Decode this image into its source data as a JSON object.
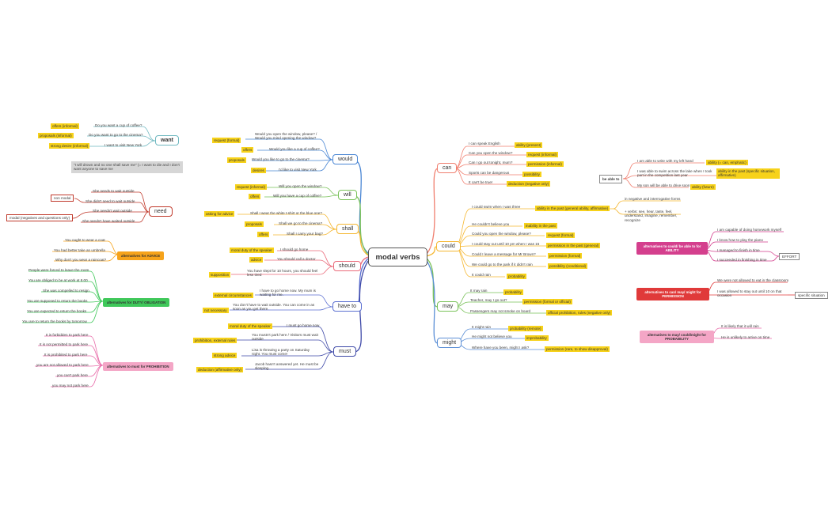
{
  "center": "modal verbs",
  "branches": {
    "can": "can",
    "could": "could",
    "may": "may",
    "might": "might",
    "would": "would",
    "will": "will",
    "shall": "shall",
    "should": "should",
    "have_to": "have to",
    "must": "must",
    "want": "want",
    "need": "need"
  },
  "can": {
    "items": [
      "I can speak English",
      "Can you open the window?",
      "Can I go out tonight, mum?",
      "Sports can be dangerous",
      "It can't be true!"
    ],
    "tags": [
      "ability (present)",
      "request (informal)",
      "permission (informal)",
      "possibility",
      "deduction (negative only)"
    ]
  },
  "be_able_to": {
    "label": "be able to",
    "items": [
      "I am able to write with my left hand",
      "I was able to swim across the lake when I took part in the competition last year",
      "My son will be able to drive soon"
    ],
    "tags": [
      "ability (= can, emphatic)",
      "ability in the past (specific situation, affirmative)",
      "ability (future)"
    ]
  },
  "could": {
    "items": [
      "I could swim when I was three",
      "He couldn't believe you",
      "Could you open the window, please?",
      "I could stay out until 10 pm when I was 15",
      "Could I leave a message for Mr Brown?",
      "We could go to the park if it didn't rain",
      "It could rain"
    ],
    "tags": [
      "ability in the past (general ability, affirmative)",
      "inability in the past",
      "request (formal)",
      "permission in the past (general)",
      "permission (formal)",
      "possibility (conditional)",
      "probability"
    ],
    "note1": "in negative and interrogative forms",
    "note2": "+ verbs: see, hear, taste, feel, understand, imagine, remember, recognize"
  },
  "could_alt": {
    "label": "alternatives to could/ be able to for ABILITY",
    "items": [
      "I am capable of doing homework myself",
      "I know how to play the piano",
      "I managed to finish in time",
      "I succeeded in finishing in time"
    ],
    "effort": "EFFORT"
  },
  "may": {
    "items": [
      "It may rain",
      "Teacher, may I go out?",
      "Passengers may not smoke on board"
    ],
    "tags": [
      "probability",
      "permission (formal or official)",
      "official prohibition, rules (negative only)"
    ]
  },
  "may_alt": {
    "label": "alternatives to can/ may/ might for PERMISSION",
    "items": [
      "We were not allowed to eat in the classroom",
      "I was allowed to stay out until 10 on that occasion"
    ],
    "specific": "specific situation"
  },
  "might": {
    "items": [
      "It might rain",
      "He might not believe you",
      "Where have you been, might I ask?"
    ],
    "tags": [
      "probability (remote)",
      "improbability",
      "permission (rare, to show disapproval)"
    ]
  },
  "might_alt": {
    "label": "alternatives to may/ could/might for PROBABILITY",
    "items": [
      "It is likely that it will rain",
      "He is unlikely to arrive on time"
    ]
  },
  "would": {
    "items": [
      "Would you open the window, please? / Would you mind opening the window?",
      "Would you like a cup of coffee?",
      "Would you like to go to the cinema?",
      "I'd like to visit New York"
    ],
    "tags": [
      "request (formal)",
      "offers",
      "proposals",
      "desires"
    ]
  },
  "will": {
    "items": [
      "Will you open the window?",
      "Will you have a cup of coffee?"
    ],
    "tags": [
      "request (informal)",
      "offers"
    ]
  },
  "shall": {
    "items": [
      "Shall I wear the white t-shirt or the blue one?",
      "Shall we go to the cinema?",
      "Shall I carry your bag?"
    ],
    "tags": [
      "asking for advice",
      "proposals",
      "offers"
    ]
  },
  "should": {
    "items": [
      "I should go home",
      "You should call a doctor",
      "You have slept for 10 hours, you should feel less tired"
    ],
    "tags": [
      "moral duty of the speaker",
      "advice",
      "supposition"
    ]
  },
  "have_to": {
    "items": [
      "I have to go home now. My mum is waiting for me.",
      "You don't have to wait outside. You can come in as soon as you get there."
    ],
    "tags": [
      "external circumstances",
      "not necessary"
    ]
  },
  "must": {
    "items": [
      "I must go home now",
      "You mustn't park here / Visitors must wait outside",
      "Lisa is throwing a party on Saturday night. You must come!",
      "Jacob hasn't answered yet. He must be sleeping."
    ],
    "tags": [
      "moral duty of the speaker",
      "prohibition, external rules",
      "strong advice",
      "deduction (affirmative only)"
    ]
  },
  "want": {
    "items": [
      "Do you want a cup of coffee?",
      "Do you want to go to the cinema?",
      "I want to visit New York"
    ],
    "tags": [
      "offers (informal)",
      "proposals (informal)",
      "strong desire (informal)"
    ],
    "note": "\"I will drown and no one shall save me\" (= I want to die and I don't want anyone to save me"
  },
  "need": {
    "items": [
      "She needs to wait outside",
      "She didn't need to wait outside",
      "She needn't wait outside",
      "She needn't have waited outside"
    ],
    "tags": [
      "non modal",
      "modal (negatives and questions only)"
    ]
  },
  "advice_alt": {
    "label": "alternatives for ADVICE",
    "items": [
      "You ought to wear a coat",
      "You had better take an umbrella",
      "Why don't you wear a raincoat?"
    ]
  },
  "duty_alt": {
    "label": "alternatives for DUTY/ OBLIGATION",
    "items": [
      "People were forced to leave the room",
      "You are obliged to be at work at 8.00",
      "She was compelled to resign",
      "You are supposed to return the books",
      "You are expected to return the books",
      "You are to return the books by tomorrow"
    ]
  },
  "prohibition_alt": {
    "label": "alternatives to must for PROHIBITION",
    "items": [
      "It is forbidden to park here",
      "It is not permitted to park here",
      "It is prohibited to park here",
      "you are not allowed to park here",
      "you can't park here",
      "you may not park here"
    ]
  },
  "colors": {
    "can": "#f07f6f",
    "could": "#f5b731",
    "may": "#f5b731",
    "might": "#5b8fd6",
    "would": "#4a86d4",
    "will": "#7ac25a",
    "shall": "#f5b731",
    "should": "#ea6a7a",
    "have_to": "#5b6fd1",
    "must": "#3f4aa8",
    "tag": "#f7d21a",
    "alt_advice": "#f6a31b",
    "alt_duty": "#3fc85a",
    "alt_prohibition": "#f4a6c6",
    "alt_ability": "#d43f8d",
    "alt_permission": "#e03a3a",
    "alt_probability": "#f4a6c6"
  }
}
